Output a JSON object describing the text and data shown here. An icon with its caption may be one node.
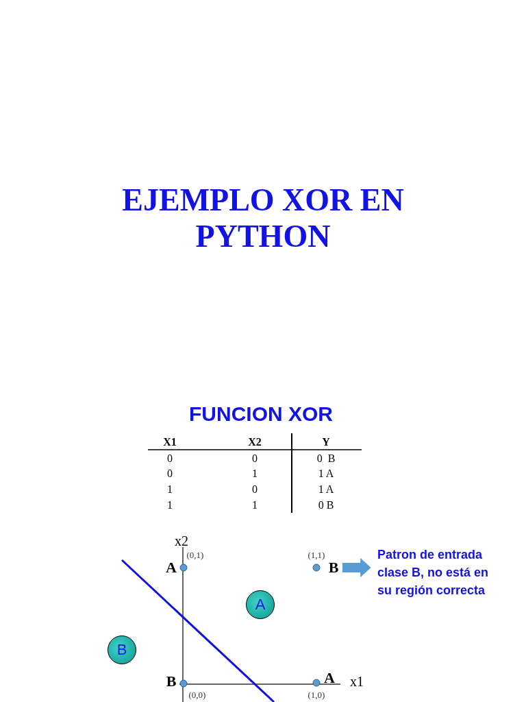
{
  "diagram": {
    "title": "EJEMPLO XOR EN PYTHON",
    "nodes": [
      {
        "text": [
          "B"
        ]
      },
      {
        "text": [
          "Patron de entrada clase B, no está en su región correcta"
        ]
      },
      {
        "text": [
          "A"
        ]
      },
      {
        "text": [
          "B"
        ]
      }
    ],
    "edges": [
      {
        "from": 0,
        "to": 1,
        "arrow": "to",
        "color": "#5b9bd5"
      }
    ],
    "labels": [
      "FUNCION XOR",
      "X1",
      "X2",
      "Y",
      "0",
      "0",
      "0  B",
      "0",
      "1",
      "1 A",
      "1",
      "0",
      "1 A",
      "1",
      "1",
      "0 B",
      "x2",
      "(0,1)",
      "(1,1)",
      "A",
      "B",
      "A",
      "x1",
      "(0,0)",
      "(1,0)"
    ]
  }
}
